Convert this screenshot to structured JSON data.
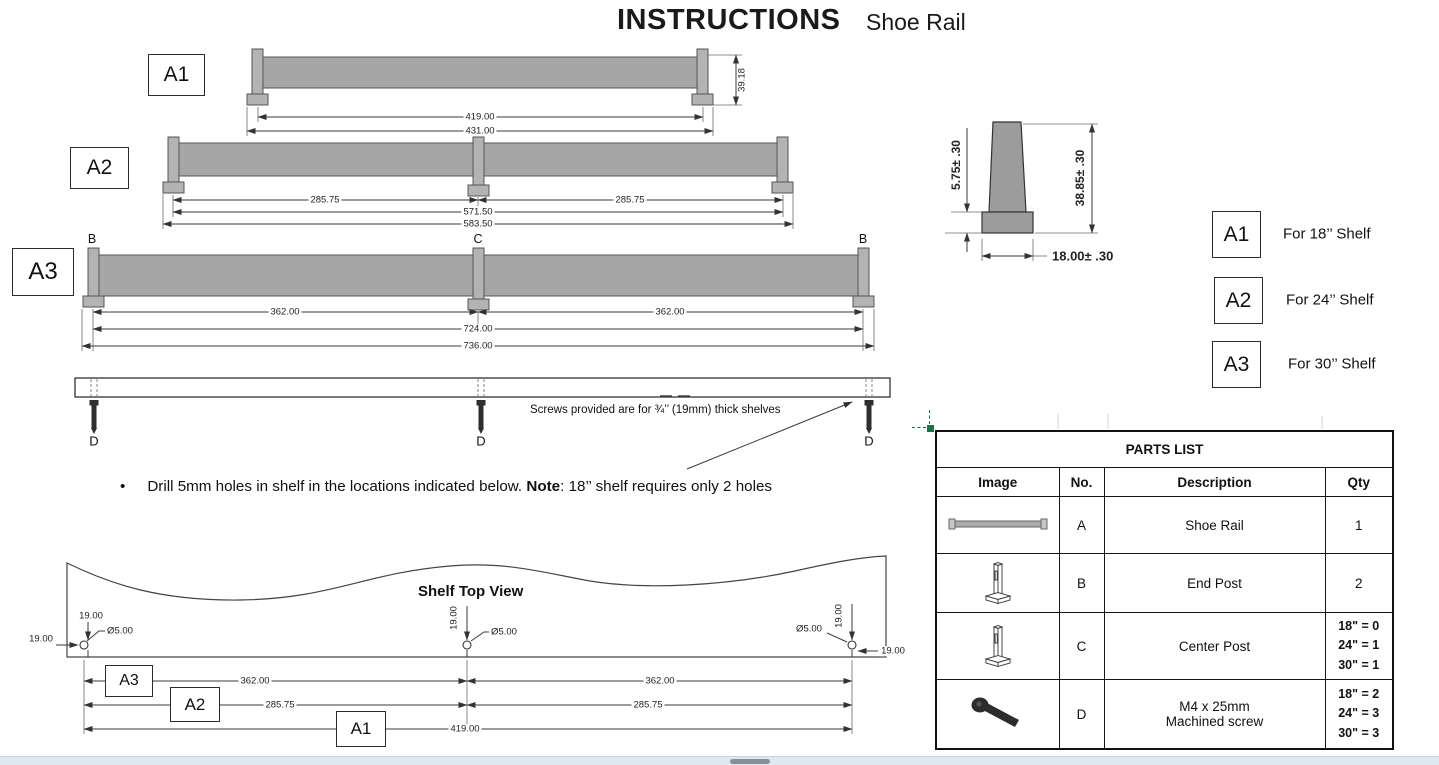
{
  "header": {
    "title": "INSTRUCTIONS",
    "subtitle": "Shoe Rail"
  },
  "drawings": {
    "a1": {
      "label": "A1",
      "dim_inner": "419.00",
      "dim_outer": "431.00",
      "dim_height": "39.18"
    },
    "a2": {
      "label": "A2",
      "dim_left": "285.75",
      "dim_right": "285.75",
      "dim_inner": "571.50",
      "dim_outer": "583.50"
    },
    "a3": {
      "label": "A3",
      "post_left": "B",
      "post_center": "C",
      "post_right": "B",
      "dim_left": "362.00",
      "dim_right": "362.00",
      "dim_inner": "724.00",
      "dim_outer": "736.00"
    },
    "profile": {
      "dim_base_height": "5.75± .30",
      "dim_total_height": "38.85± .30",
      "dim_base_width": "18.00± .30"
    },
    "underside": {
      "screw_left": "D",
      "screw_center": "D",
      "screw_right": "D",
      "note": "Screws provided are for ¾’’ (19mm) thick shelves"
    }
  },
  "legend": {
    "items": [
      {
        "label": "A1",
        "text": "For 18’’ Shelf"
      },
      {
        "label": "A2",
        "text": "For 24’’ Shelf"
      },
      {
        "label": "A3",
        "text": "For 30’’ Shelf"
      }
    ]
  },
  "instruction": {
    "bullet": "•",
    "text_before": "Drill 5mm holes in shelf in the locations indicated below. ",
    "note_word": "Note",
    "text_after": ": 18’’ shelf requires only 2 holes"
  },
  "top_view": {
    "title": "Shelf Top View",
    "hole_left": {
      "dim_top": "19.00",
      "dim_side": "19.00",
      "dia": "Ø5.00"
    },
    "hole_center": {
      "dim_top": "19.00",
      "dia": "Ø5.00"
    },
    "hole_right": {
      "dim_top": "19.00",
      "dim_side": "19.00",
      "dia": "Ø5.00"
    },
    "rows": {
      "a3": {
        "label": "A3",
        "left": "362.00",
        "right": "362.00"
      },
      "a2": {
        "label": "A2",
        "left": "285.75",
        "right": "285.75"
      },
      "a1": {
        "label": "A1",
        "span": "419.00"
      }
    }
  },
  "parts_list": {
    "title": "PARTS LIST",
    "columns": [
      "Image",
      "No.",
      "Description",
      "Qty"
    ],
    "rows": [
      {
        "no": "A",
        "description": "Shoe Rail",
        "qty": "1",
        "icon": "shoe-rail-icon"
      },
      {
        "no": "B",
        "description": "End Post",
        "qty": "2",
        "icon": "end-post-icon"
      },
      {
        "no": "C",
        "description": "Center Post",
        "qty": "18\" = 0\n24\" = 1\n30\" = 1",
        "icon": "center-post-icon"
      },
      {
        "no": "D",
        "description": "M4 x 25mm\nMachined screw",
        "qty": "18\" = 2\n24\" = 3\n30\" = 3",
        "icon": "machine-screw-icon"
      }
    ]
  }
}
